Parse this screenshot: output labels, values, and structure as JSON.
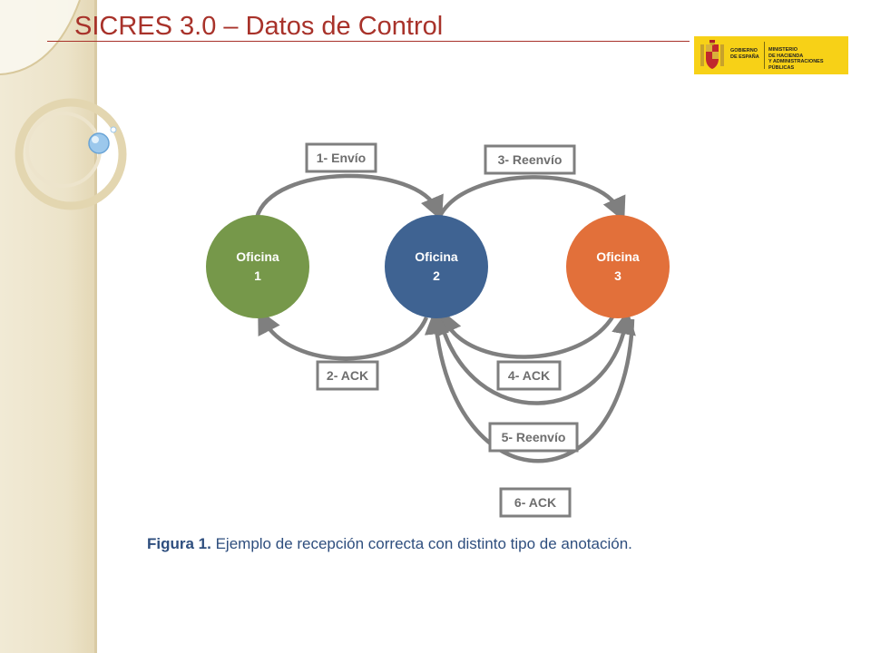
{
  "slide": {
    "title": "SICRES 3.0 – Datos de Control"
  },
  "logo": {
    "left_text": "GOBIERNO\nDE ESPAÑA",
    "right_text": "MINISTERIO\nDE HACIENDA\nY ADMINISTRACIONES PÚBLICAS",
    "background": "#f7d117"
  },
  "diagram": {
    "nodes": [
      {
        "line1": "Oficina",
        "line2": "1",
        "color": "#76984a"
      },
      {
        "line1": "Oficina",
        "line2": "2",
        "color": "#3f6392"
      },
      {
        "line1": "Oficina",
        "line2": "3",
        "color": "#e2703a"
      }
    ],
    "edges": [
      {
        "label": "1- Envío"
      },
      {
        "label": "3- Reenvío"
      },
      {
        "label": "2- ACK"
      },
      {
        "label": "4- ACK"
      },
      {
        "label": "5- Reenvío"
      },
      {
        "label": "6- ACK"
      }
    ],
    "arrow_color": "#7f7f7f",
    "box_border_color": "#7f7f7f"
  },
  "caption": {
    "label": "Figura 1.",
    "text": "Ejemplo de recepción correcta con distinto tipo de anotación."
  }
}
